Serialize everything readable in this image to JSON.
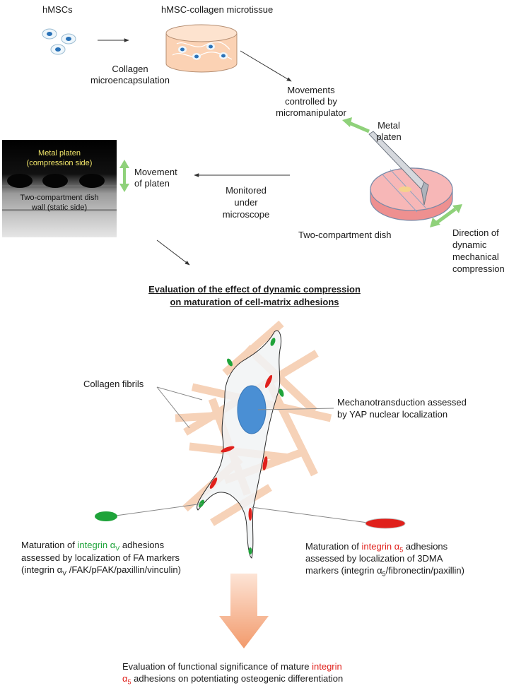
{
  "labels": {
    "hmscs": "hMSCs",
    "microtissue": "hMSC-collagen microtissue",
    "collagen_1": "Collagen",
    "collagen_2": "microencapsulation",
    "movements_1": "Movements",
    "movements_2": "controlled by",
    "movements_3": "micromanipulator",
    "metal_1": "Metal",
    "metal_2": "platen",
    "micro_platen_1": "Metal platen",
    "micro_platen_2": "(compression side)",
    "micro_dish_1": "Two-compartment dish",
    "micro_dish_2": "wall (static side)",
    "movement_platen_1": "Movement",
    "movement_platen_2": "of platen",
    "monitored_1": "Monitored",
    "monitored_2": "under",
    "monitored_3": "microscope",
    "dish": "Two-compartment dish",
    "direction_1": "Direction of",
    "direction_2": "dynamic",
    "direction_3": "mechanical",
    "direction_4": "compression",
    "eval_1": "Evaluation of the effect of dynamic compression",
    "eval_2": "on maturation of cell-matrix adhesions",
    "fibrils": "Collagen fibrils",
    "mechano_1": "Mechanotransduction assessed",
    "mechano_2": "by YAP nuclear localization",
    "av_1a": "Maturation of ",
    "av_1b": "integrin α",
    "av_1b_sub": "V",
    "av_1c": " adhesions",
    "av_2": "assessed by localization of FA markers",
    "av_3a": "(integrin α",
    "av_3a_sub": "V",
    "av_3b": " /FAK/pFAK/paxillin/vinculin)",
    "a5_1a": "Maturation of ",
    "a5_1b": "integrin α",
    "a5_1b_sub": "5",
    "a5_1c": " adhesions",
    "a5_2": "assessed by localization of 3DMA",
    "a5_3a": "markers (integrin α",
    "a5_3a_sub": "5",
    "a5_3b": "/fibronectin/paxillin)",
    "final_1a": "Evaluation of functional significance of mature ",
    "final_1b": "integrin",
    "final_2a": "α",
    "final_2a_sub": "5",
    "final_2b": " adhesions on potentiating osteogenic differentiation"
  },
  "colors": {
    "green_arrow": "#8fd17a",
    "green_adhesion": "#1fa33a",
    "red_adhesion": "#e0201b",
    "nucleus": "#4a8fd4",
    "fibril": "#f6d2b8",
    "dish_fill": "#f4a6a6",
    "big_arrow": "#f4a27a",
    "micro_text": "#f2e66a"
  }
}
